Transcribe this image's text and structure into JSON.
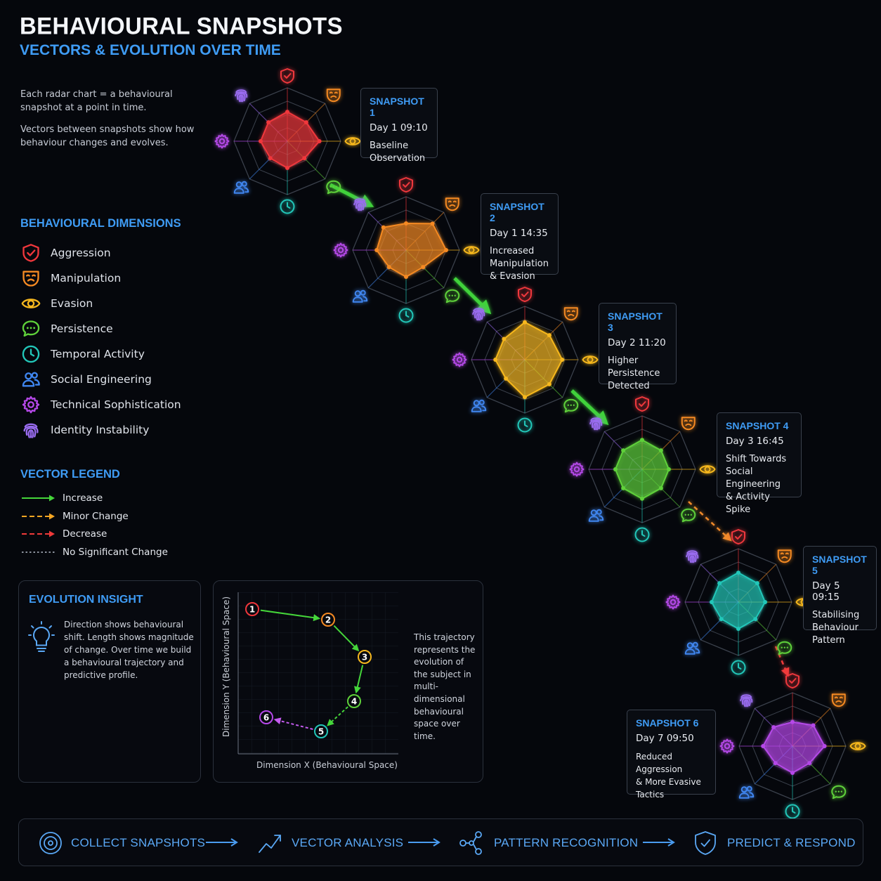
{
  "title": "BEHAVIOURAL SNAPSHOTS",
  "subtitle": "VECTORS & EVOLUTION OVER TIME",
  "intro": {
    "line1": "Each radar chart = a behavioural snapshot at a point in time.",
    "line2": "Vectors between snapshots show how behaviour changes and evolves."
  },
  "dimensions": {
    "heading": "BEHAVIOURAL DIMENSIONS",
    "items": [
      {
        "label": "Aggression",
        "icon": "shield-check-icon",
        "color": "#f0373c"
      },
      {
        "label": "Manipulation",
        "icon": "mask-icon",
        "color": "#f58a23"
      },
      {
        "label": "Evasion",
        "icon": "eye-icon",
        "color": "#f7b81e"
      },
      {
        "label": "Persistence",
        "icon": "chat-bubble-icon",
        "color": "#5fd13a"
      },
      {
        "label": "Temporal Activity",
        "icon": "clock-icon",
        "color": "#22c7b9"
      },
      {
        "label": "Social Engineering",
        "icon": "users-icon",
        "color": "#3f86f0"
      },
      {
        "label": "Technical Sophistication",
        "icon": "gear-icon",
        "color": "#b548e8"
      },
      {
        "label": "Identity Instability",
        "icon": "fingerprint-icon",
        "color": "#9a6cf0"
      }
    ]
  },
  "vector_legend": {
    "heading": "VECTOR LEGEND",
    "items": [
      {
        "label": "Increase",
        "color": "#45d63a",
        "style": "solid"
      },
      {
        "label": "Minor Change",
        "color": "#f5a623",
        "style": "dashed"
      },
      {
        "label": "Decrease",
        "color": "#f03a3a",
        "style": "dashed"
      },
      {
        "label": "No Significant Change",
        "color": "#8a909b",
        "style": "dotted"
      }
    ]
  },
  "snapshots": [
    {
      "title": "SNAPSHOT 1",
      "time": "Day 1  09:10",
      "text": "Baseline\nObservation",
      "color": "#f0373c",
      "values": [
        0.55,
        0.5,
        0.6,
        0.45,
        0.5,
        0.45,
        0.5,
        0.5
      ]
    },
    {
      "title": "SNAPSHOT 2",
      "time": "Day 1  14:35",
      "text": "Increased\nManipulation\n& Evasion",
      "color": "#f58a23",
      "values": [
        0.5,
        0.7,
        0.75,
        0.45,
        0.5,
        0.45,
        0.55,
        0.6
      ]
    },
    {
      "title": "SNAPSHOT 3",
      "time": "Day 2  11:20",
      "text": "Higher\nPersistence\nDetected",
      "color": "#f7b81e",
      "values": [
        0.7,
        0.65,
        0.7,
        0.65,
        0.7,
        0.5,
        0.55,
        0.55
      ]
    },
    {
      "title": "SNAPSHOT 4",
      "time": "Day 3  16:45",
      "text": "Shift Towards\nSocial Engineering\n& Activity Spike",
      "color": "#5fd13a",
      "values": [
        0.55,
        0.5,
        0.5,
        0.5,
        0.55,
        0.5,
        0.5,
        0.5
      ]
    },
    {
      "title": "SNAPSHOT 5",
      "time": "Day 5  09:15",
      "text": "Stabilising\nBehaviour\nPattern",
      "color": "#22c7b9",
      "values": [
        0.55,
        0.5,
        0.5,
        0.45,
        0.5,
        0.45,
        0.5,
        0.5
      ]
    },
    {
      "title": "SNAPSHOT 6",
      "time": "Day 7  09:50",
      "text": "Reduced Aggression\n& More Evasive\nTactics",
      "color": "#b548e8",
      "values": [
        0.45,
        0.55,
        0.6,
        0.45,
        0.5,
        0.45,
        0.55,
        0.5
      ]
    }
  ],
  "insight": {
    "title": "EVOLUTION INSIGHT",
    "text": "Direction shows behavioural shift. Length shows magnitude of change. Over time we build a behavioural trajectory and predictive profile.",
    "icon": "lightbulb-icon"
  },
  "trajectory": {
    "xlabel": "Dimension X (Behavioural Space)",
    "ylabel": "Dimension Y (Behavioural Space)",
    "note": "This trajectory represents the evolution of the subject in multi-dimensional behavioural space over time.",
    "points": [
      "1",
      "2",
      "3",
      "4",
      "5",
      "6"
    ]
  },
  "pipeline": [
    {
      "label": "COLLECT SNAPSHOTS",
      "icon": "target-icon"
    },
    {
      "label": "VECTOR ANALYSIS",
      "icon": "trend-icon"
    },
    {
      "label": "PATTERN RECOGNITION",
      "icon": "network-icon"
    },
    {
      "label": "PREDICT & RESPOND",
      "icon": "shield-check-icon"
    }
  ]
}
